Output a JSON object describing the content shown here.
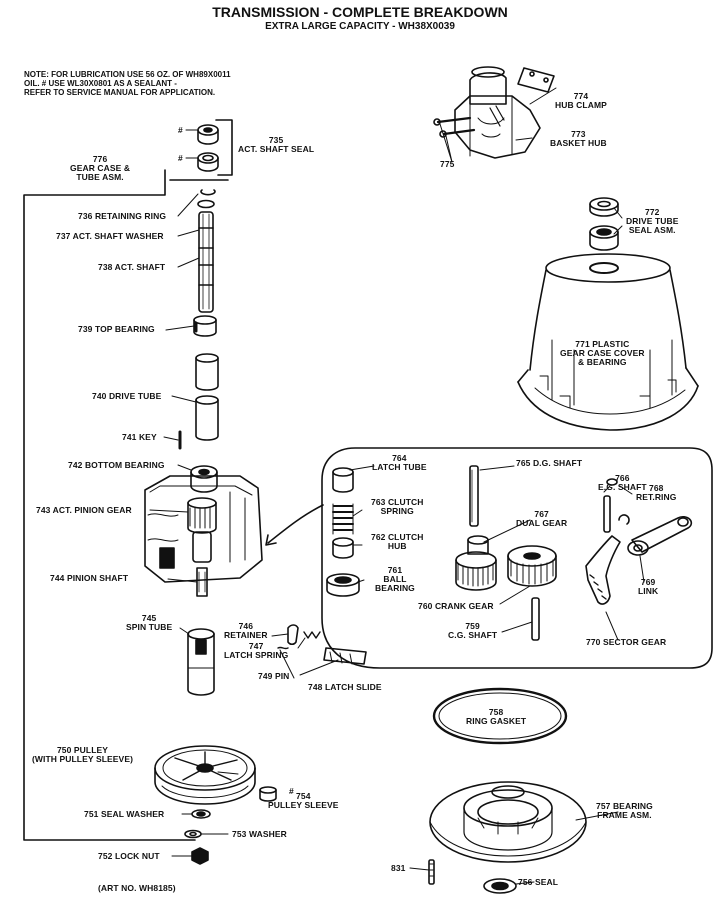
{
  "header": {
    "title": "TRANSMISSION - COMPLETE BREAKDOWN",
    "subtitle": "EXTRA LARGE CAPACITY - WH38X0039"
  },
  "note": {
    "line1": "NOTE: FOR LUBRICATION USE 56 OZ. OF WH89X0011",
    "line2": "OIL. # USE WL30X0801 AS A SEALANT -",
    "line3": "REFER TO SERVICE MANUAL FOR APPLICATION."
  },
  "parts": {
    "p774": "774\nHUB CLAMP",
    "p773": "773\nBASKET HUB",
    "p775": "775",
    "p735": "735\nACT. SHAFT SEAL",
    "p776": "776\nGEAR CASE &\nTUBE ASM.",
    "hash1": "#",
    "hash2": "#",
    "p736": "736 RETAINING RING",
    "p737": "737  ACT. SHAFT WASHER",
    "p738": "738 ACT. SHAFT",
    "p772": "772\nDRIVE TUBE\nSEAL ASM.",
    "p771": "771 PLASTIC\nGEAR CASE COVER\n& BEARING",
    "p739": "739 TOP BEARING",
    "p740": "740 DRIVE TUBE",
    "p741": "741 KEY",
    "p742": "742 BOTTOM BEARING",
    "p743": "743 ACT. PINION GEAR",
    "p744": "744 PINION SHAFT",
    "p745": "745\nSPIN TUBE",
    "p746": "746\nRETAINER",
    "p747": "747\nLATCH SPRING",
    "p749": "749 PIN",
    "p748": "748 LATCH SLIDE",
    "p764": "764\nLATCH TUBE",
    "p763": "763 CLUTCH\nSPRING",
    "p762": "762 CLUTCH\nHUB",
    "p761": "761\nBALL\nBEARING",
    "p765": "765 D.G. SHAFT",
    "p766": "766\nE.G. SHAFT",
    "p768": "768\nRET.RING",
    "p767": "767\nDUAL GEAR",
    "p769": "769\nLINK",
    "p760": "760 CRANK GEAR",
    "p759": "759\nC.G. SHAFT",
    "p770": "770 SECTOR GEAR",
    "p758": "758\nRING GASKET",
    "p750": "750 PULLEY\n(WITH PULLEY SLEEVE)",
    "p754": "754\nPULLEY SLEEVE",
    "p754hash": "#",
    "p751": "751 SEAL WASHER",
    "p753": "753 WASHER",
    "p752": "752 LOCK NUT",
    "p757": "757 BEARING\nFRAME ASM.",
    "p831": "831",
    "p756": "756 SEAL",
    "art_no": "(ART NO. WH8185)"
  }
}
